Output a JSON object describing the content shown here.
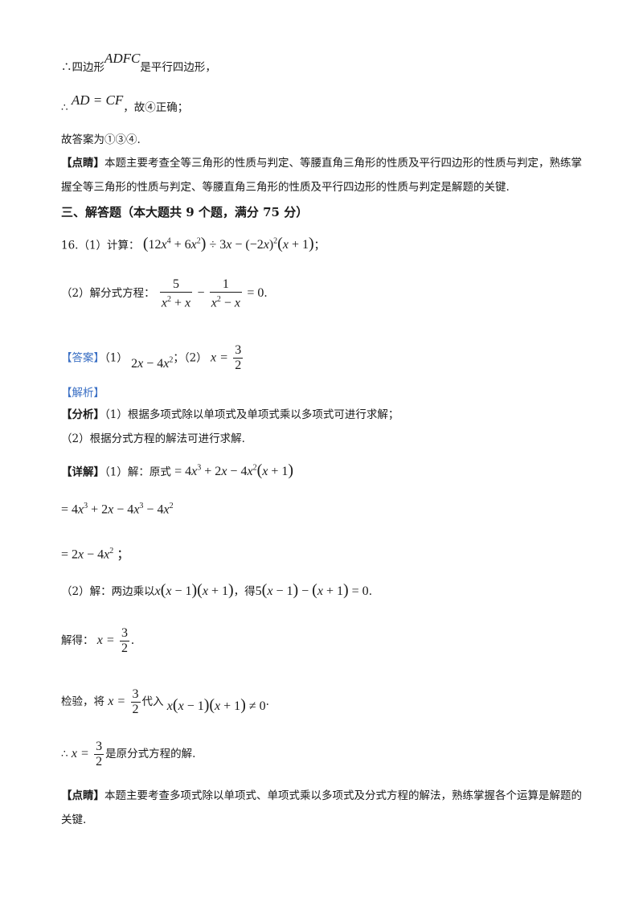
{
  "l1": {
    "pre": "∴四边形",
    "math": "ADFC",
    "post": "是平行四边形，"
  },
  "l2": {
    "pre": "∴",
    "math": "AD = CF",
    "post": "，故④正确；"
  },
  "l3": "故答案为①③④.",
  "l4": {
    "tag": "【点睛】",
    "text": "本题主要考查全等三角形的性质与判定、等腰直角三角形的性质及平行四边形的性质与判定，熟练掌握全等三角形的性质与判定、等腰直角三角形的性质及平行四边形的性质与判定是解题的关键."
  },
  "section": "三、解答题（本大题共 9 个题，满分 75 分）",
  "q16": {
    "p1_label": "16.（1）计算：",
    "p1_end": "；",
    "p2_label": "（2）解分式方程：",
    "f1_num": "5",
    "f2_num": "1",
    "p2_end": "."
  },
  "answer": {
    "tag": "【答案】",
    "p1": "（1）",
    "sep": "；（2）",
    "x_eq": "x =",
    "num": "3",
    "den": "2"
  },
  "analysis_tag": "【解析】",
  "fenxi": {
    "tag": "【分析】",
    "text": "（1）根据多项式除以单项式及单项式乘以多项式可进行求解；"
  },
  "fenxi2": "（2）根据分式方程的解法可进行求解.",
  "detail": {
    "tag": "【详解】",
    "text": "（1）解：原式"
  },
  "s2": {
    "label": "（2）解：两边乘以",
    "mid": "，得",
    "end": "."
  },
  "jiede": "解得：",
  "jianyan": {
    "pre": "检验，将",
    "mid": "代入",
    "end": "."
  },
  "conclusion": {
    "pre": "∴",
    "post": "是原分式方程的解."
  },
  "dianjing2": {
    "tag": "【点睛】",
    "text": "本题主要考查多项式除以单项式、单项式乘以多项式及分式方程的解法，熟练掌握各个运算是解题的关键."
  }
}
